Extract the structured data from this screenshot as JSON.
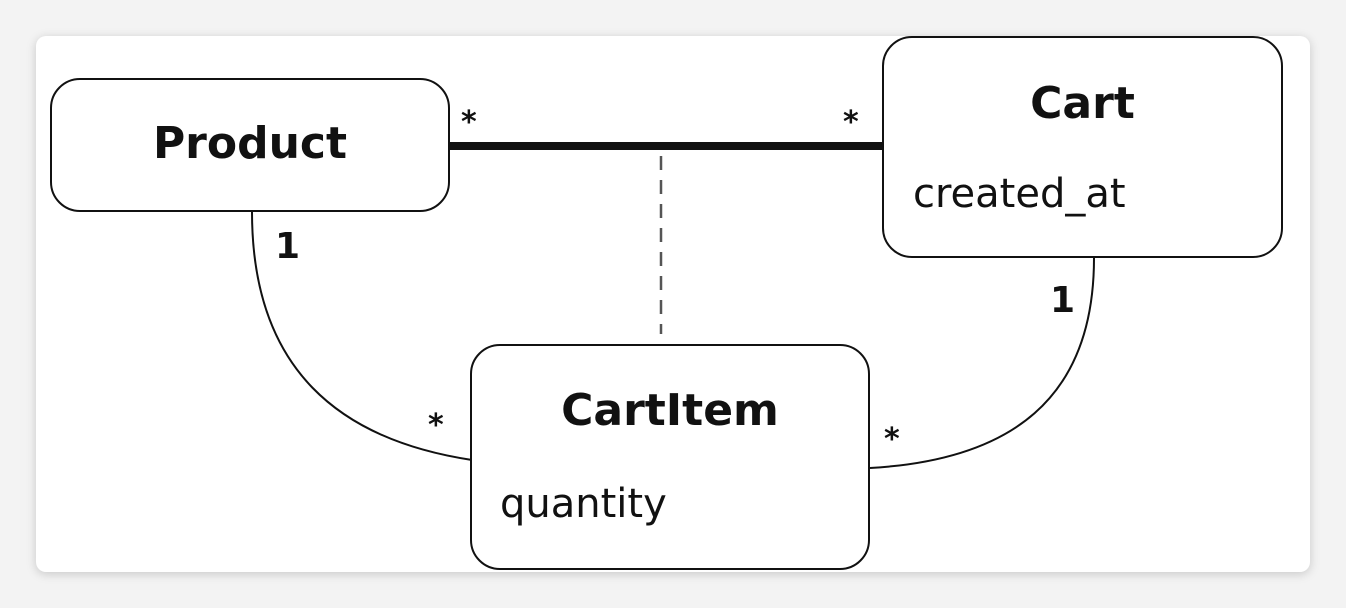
{
  "entities": {
    "product": {
      "title": "Product"
    },
    "cart": {
      "title": "Cart",
      "attribute": "created_at"
    },
    "cart_item": {
      "title": "CartItem",
      "attribute": "quantity"
    }
  },
  "relationships": {
    "product_cart": {
      "product_end": "*",
      "cart_end": "*"
    },
    "product_cartitem": {
      "product_end": "1",
      "cartitem_end": "*"
    },
    "cart_cartitem": {
      "cart_end": "1",
      "cartitem_end": "*"
    }
  },
  "colors": {
    "background": "#f3f3f3",
    "card": "#ffffff",
    "stroke": "#111111",
    "association_line": "#555555"
  }
}
